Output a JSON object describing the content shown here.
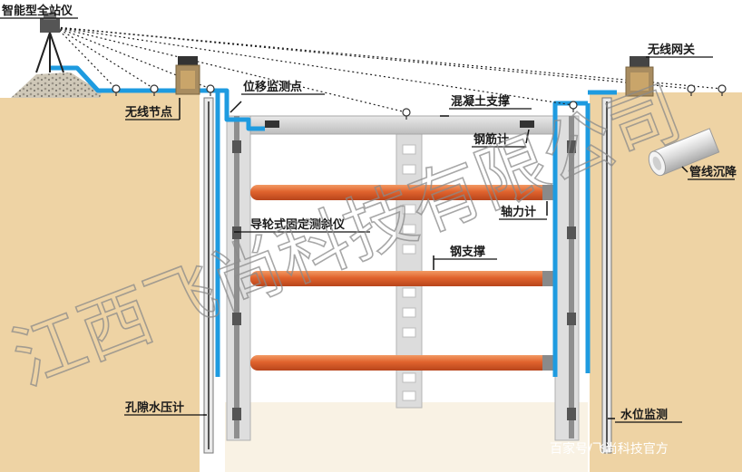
{
  "labels": {
    "total_station": "智能型全站仪",
    "wireless_gateway": "无线网关",
    "wireless_node": "无线节点",
    "displacement_point": "位移监测点",
    "concrete_strut": "混凝土支撑",
    "rebar_meter": "钢筋计",
    "pipeline_settlement": "管线沉降",
    "inclinometer": "导轮式固定测斜仪",
    "axial_force_meter": "轴力计",
    "steel_strut": "钢支撑",
    "pore_pressure_meter": "孔隙水压计",
    "water_level": "水位监测"
  },
  "watermark": "江西飞尚科技有限公司",
  "source_credit": "百家号/飞尚科技官方",
  "colors": {
    "soil": "#eed3a4",
    "cable": "#1e9be0",
    "steel_strut": "#e06a35",
    "concrete": "#d4d4d4",
    "wall": "#dedede"
  }
}
